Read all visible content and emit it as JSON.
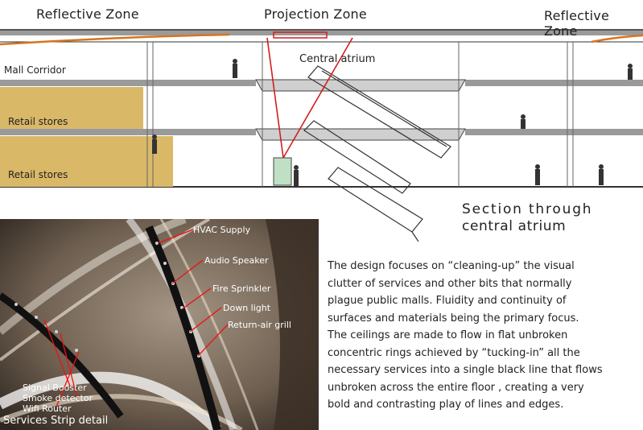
{
  "section": {
    "zone_left": "Reflective Zone",
    "zone_center": "Projection Zone",
    "zone_right": "Reflective Zone",
    "mall_corridor": "Mall Corridor",
    "central_atrium": "Central atrium",
    "retail_upper": "Retail stores",
    "retail_lower": "Retail stores",
    "title_line1": "Section through",
    "title_line2": "central atrium"
  },
  "detail": {
    "caption": "Services Strip detail",
    "labels": {
      "hvac": "HVAC Supply",
      "audio": "Audio Speaker",
      "sprinkler": "Fire Sprinkler",
      "downlight": "Down light",
      "return_air": "Return-air grill",
      "booster": "Signal Booster",
      "smoke": "Smoke detector",
      "wifi": "Wifi Router"
    }
  },
  "description": {
    "lines": [
      "The design focuses on “cleaning-up” the visual",
      "clutter of services and other bits that normally",
      "plague public malls. Fluidity and continuity of",
      "surfaces and materials being the primary focus.",
      "The ceilings are made to flow in flat unbroken",
      "concentric rings achieved by “tucking-in” all the",
      "necessary services into a single black line that flows",
      "unbroken across the entire floor , creating a very",
      "bold and contrasting play of lines and edges."
    ]
  },
  "colors": {
    "retail": "#d9b868",
    "reflective_arc": "#d9731f",
    "projection_line": "#d21f1f",
    "screen": "#bfe0c4"
  }
}
